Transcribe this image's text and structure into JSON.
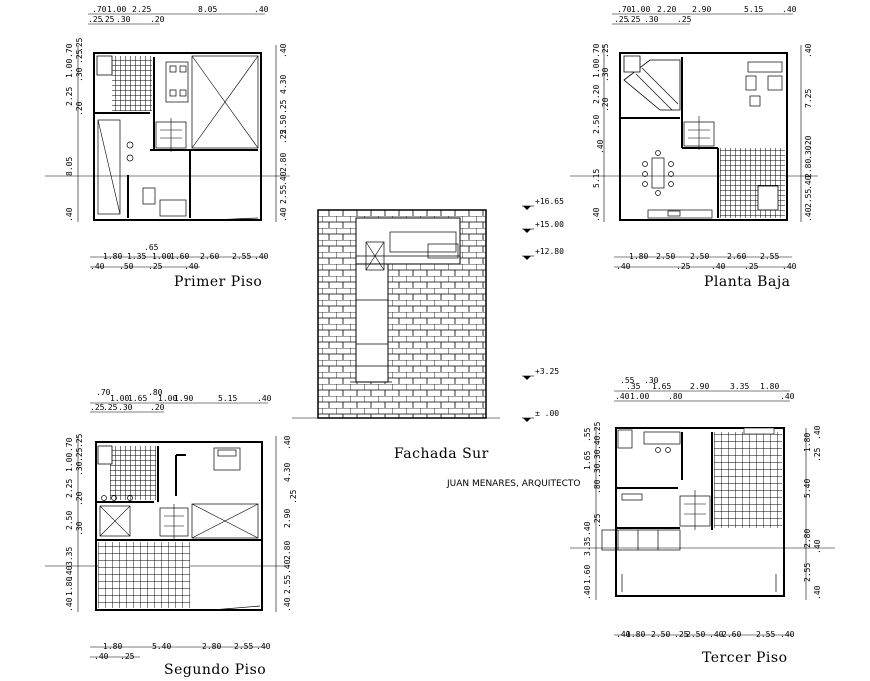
{
  "plans": {
    "primer": {
      "title": "Primer Piso",
      "top_dims_row1": [
        ".70",
        "1.00",
        "2.25",
        "8.05",
        ".40"
      ],
      "top_dims_row2": [
        ".25",
        ".25",
        ".30",
        ".20"
      ],
      "bottom_dims_row1": [
        "1.80",
        "1.35",
        "1.00",
        "1.60",
        "2.60",
        "2.55",
        ".40"
      ],
      "bottom_dims_mid": [
        ".65"
      ],
      "bottom_dims_row2": [
        ".40",
        ".50",
        ".25",
        ".40"
      ],
      "left_dims": [
        "1.00",
        ".70",
        ".30",
        ".25",
        ".25",
        "2.25",
        ".20",
        "8.05",
        ".40"
      ],
      "right_dims": [
        ".40",
        "4.30",
        ".25",
        "2.50",
        ".25",
        "2.80",
        ".40",
        "2.55",
        ".40"
      ]
    },
    "baja": {
      "title": "Planta Baja",
      "top_dims_row1": [
        ".70",
        "1.00",
        "2.20",
        "2.90",
        "5.15",
        ".40"
      ],
      "top_dims_row2": [
        ".25",
        ".25",
        ".30",
        ".25"
      ],
      "bottom_dims_row1": [
        "1.80",
        "2.50",
        "2.50",
        "2.60",
        "2.55"
      ],
      "bottom_dims_row2": [
        ".40",
        ".25",
        ".40",
        ".25",
        ".40"
      ],
      "left_dims": [
        ".70",
        "1.00",
        ".25",
        ".30",
        "2.20",
        ".20",
        "2.50",
        ".40",
        "5.15",
        ".40"
      ],
      "right_dims": [
        ".40",
        "7.25",
        ".20",
        ".30",
        "2.80",
        ".40",
        "2.55",
        ".40"
      ]
    },
    "segundo": {
      "title": "Segundo Piso",
      "top_dims_row0": [
        ".70",
        ".80"
      ],
      "top_dims_row1": [
        "1.00",
        "1.65",
        "1.00",
        "1.90",
        "5.15",
        ".40"
      ],
      "top_dims_row2": [
        ".25",
        ".25",
        ".30",
        ".20"
      ],
      "bottom_dims_row1": [
        "1.80",
        "5.40",
        "2.80",
        "2.55",
        ".40"
      ],
      "bottom_dims_row2": [
        ".40",
        ".25"
      ],
      "left_dims": [
        ".70",
        "1.00",
        ".25",
        ".25",
        ".30",
        "2.25",
        ".20",
        "2.50",
        ".30",
        "3.35",
        ".40",
        "1.80",
        ".40"
      ],
      "right_dims": [
        ".40",
        "4.30",
        ".25",
        "2.90",
        "2.80",
        ".40",
        "2.55",
        ".40"
      ]
    },
    "tercer": {
      "title": "Tercer Piso",
      "top_dims_row0": [
        ".55",
        ".30"
      ],
      "top_dims_row1": [
        ".35",
        "1.65",
        "2.90",
        "3.35",
        "1.80"
      ],
      "top_dims_row2": [
        ".40",
        "1.00",
        ".80",
        ".40"
      ],
      "bottom_dims_row1": [
        ".40",
        "1.80",
        "2.50",
        ".25",
        "2.50",
        ".40",
        "2.60",
        "2.55",
        ".40"
      ],
      "left_dims": [
        ".55",
        ".40",
        ".25",
        ".30",
        "1.65",
        ".30",
        ".80",
        ".25",
        ".40",
        "3.35",
        "1.60",
        ".40"
      ],
      "right_dims": [
        ".40",
        "1.80",
        ".25",
        "5.40",
        "2.80",
        ".40",
        "2.55",
        ".40"
      ]
    }
  },
  "facade": {
    "title": "Fachada Sur",
    "credit": "JUAN MENARES, ARQUITECTO",
    "levels": [
      "+16.65",
      "+15.00",
      "+12.80",
      "+3.25",
      "± .00"
    ]
  }
}
